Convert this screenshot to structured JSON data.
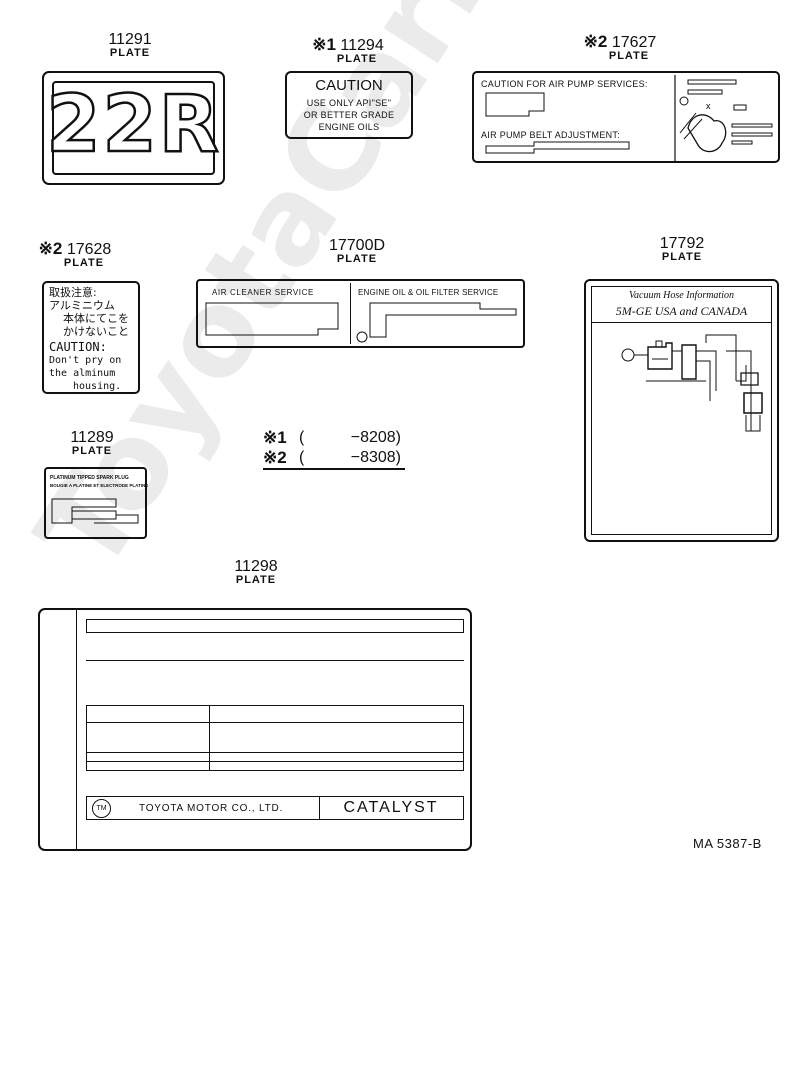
{
  "parts": {
    "p11291": {
      "number": "11291",
      "kind": "PLATE",
      "plate_text": "22R"
    },
    "p11294": {
      "mark": "※1",
      "number": "11294",
      "kind": "PLATE",
      "title": "CAUTION",
      "line1": "USE ONLY API\"SE\"",
      "line2": "OR BETTER GRADE",
      "line3": "ENGINE OILS"
    },
    "p17627": {
      "mark": "※2",
      "number": "17627",
      "kind": "PLATE",
      "label1": "CAUTION FOR AIR PUMP SERVICES:",
      "label2": "AIR PUMP BELT ADJUSTMENT:"
    },
    "p17628": {
      "mark": "※2",
      "number": "17628",
      "kind": "PLATE",
      "jp1": "取扱注意:",
      "jp2": "アルミニウム",
      "jp3": "本体にてこを",
      "jp4": "かけないこと",
      "en1": "CAUTION:",
      "en2": "Don't pry on",
      "en3": "the alminum",
      "en4": "housing."
    },
    "p17700D": {
      "number": "17700D",
      "kind": "PLATE",
      "left_title": "AIR CLEANER SERVICE",
      "right_title": "ENGINE OIL & OIL FILTER SERVICE"
    },
    "p17792": {
      "number": "17792",
      "kind": "PLATE",
      "title1": "Vacuum Hose Information",
      "title2": "5M-GE USA and CANADA"
    },
    "p11289": {
      "number": "11289",
      "kind": "PLATE",
      "line1": "PLATINUM TIPPED SPARK PLUG",
      "line2": "BOUGIE A PLATINE ET ELECTRODE PLATINE"
    },
    "p11298": {
      "number": "11298",
      "kind": "PLATE",
      "maker": "TOYOTA MOTOR CO., LTD.",
      "badge": "CATALYST"
    }
  },
  "notes": {
    "n1": {
      "mark": "※1",
      "open": "(",
      "code": "−8208)"
    },
    "n2": {
      "mark": "※2",
      "open": "(",
      "code": "−8308)"
    }
  },
  "ref": "MA 5387-B",
  "watermark": "ToyotaCarMine.ru"
}
